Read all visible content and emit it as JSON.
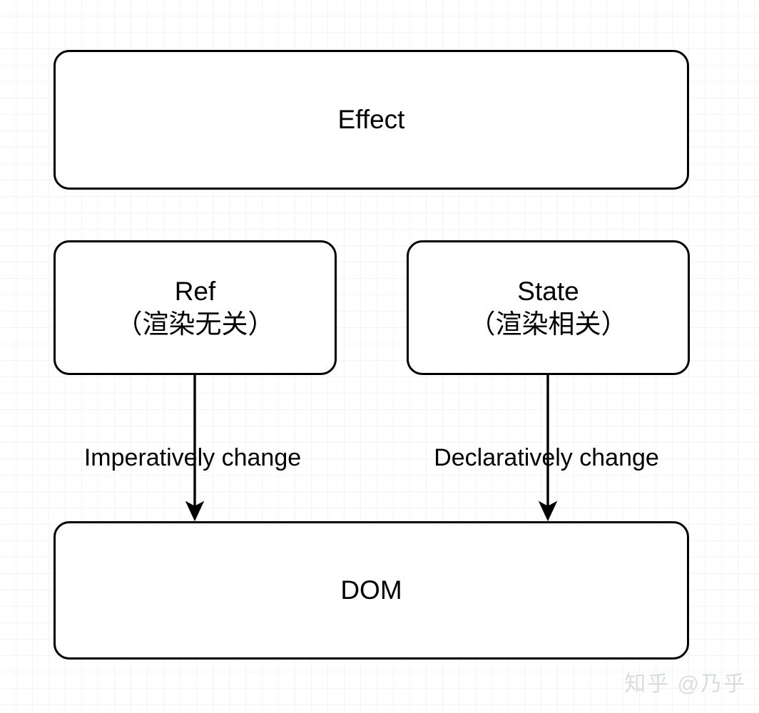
{
  "diagram": {
    "title": "React Ref / State / DOM relationship diagram",
    "background": {
      "grid": "graph-paper",
      "minor_grid_color": "#f4f4f4",
      "major_grid_color": "#dadada",
      "page_color": "#ffffff"
    },
    "stroke_color": "#000000",
    "nodes": [
      {
        "id": "effect",
        "title": "Effect",
        "subtitle": ""
      },
      {
        "id": "ref",
        "title": "Ref",
        "subtitle": "（渲染无关）"
      },
      {
        "id": "state",
        "title": "State",
        "subtitle": "（渲染相关）"
      },
      {
        "id": "dom",
        "title": "DOM",
        "subtitle": ""
      }
    ],
    "edges": [
      {
        "id": "ref-to-dom",
        "from": "ref",
        "to": "dom",
        "label": "Imperatively change",
        "arrowhead": "filled-triangle"
      },
      {
        "id": "state-to-dom",
        "from": "state",
        "to": "dom",
        "label": "Declaratively change",
        "arrowhead": "filled-triangle"
      }
    ]
  },
  "watermark": {
    "text": "知乎 @乃乎",
    "color": "#d9dde0"
  }
}
